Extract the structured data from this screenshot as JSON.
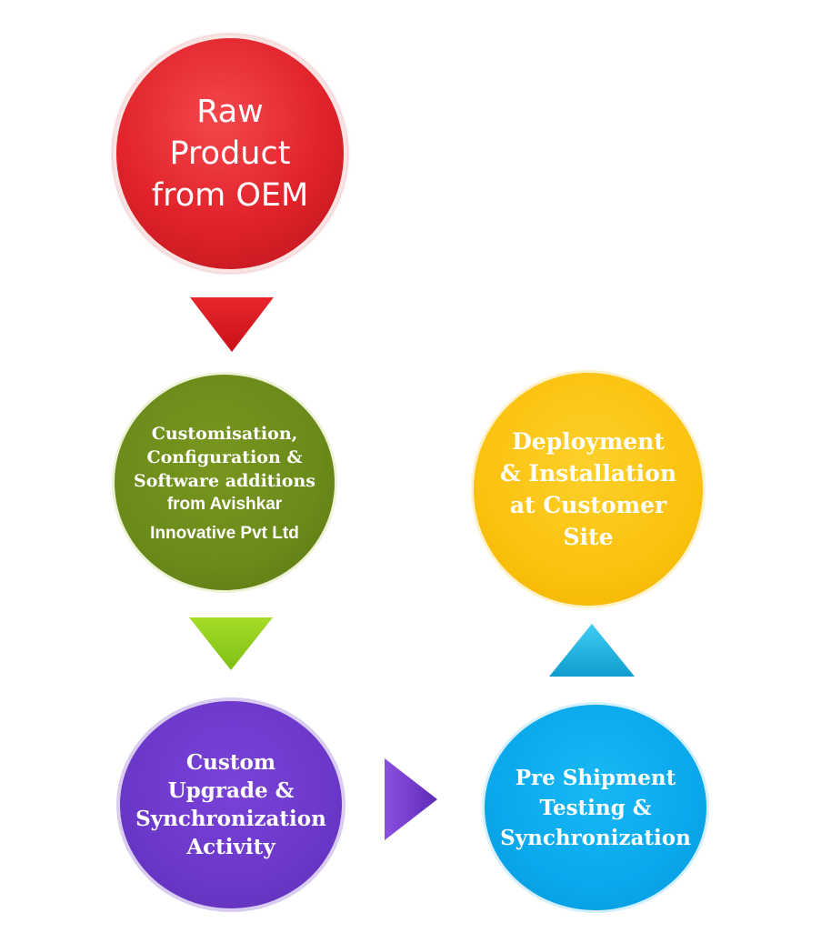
{
  "steps": {
    "raw": {
      "lines": [
        "Raw",
        "Product",
        "from OEM"
      ],
      "color": "#e0222a"
    },
    "customisation": {
      "serif_lines": [
        "Customisation,",
        "Configuration &",
        "Software additions"
      ],
      "sans_line": "from Avishkar",
      "company": "Innovative Pvt Ltd",
      "color": "#6a8a1a"
    },
    "deployment": {
      "lines": [
        "Deployment",
        "& Installation",
        "at Customer",
        "Site"
      ],
      "color": "#fbc210"
    },
    "upgrade": {
      "lines": [
        "Custom",
        "Upgrade &",
        "Synchronization",
        "Activity"
      ],
      "color": "#6b38c9"
    },
    "preshipment": {
      "lines": [
        "Pre Shipment",
        "Testing &",
        "Synchronization"
      ],
      "color": "#0aa8ec"
    }
  },
  "arrows": {
    "raw_to_custom": {
      "direction": "down",
      "color": "#e0181f"
    },
    "custom_to_upgrade": {
      "direction": "down",
      "color": "#8fcc1e"
    },
    "upgrade_to_preship": {
      "direction": "right",
      "color": "#7b3fd0"
    },
    "preship_to_deploy": {
      "direction": "up",
      "color": "#1fb6e6"
    }
  }
}
